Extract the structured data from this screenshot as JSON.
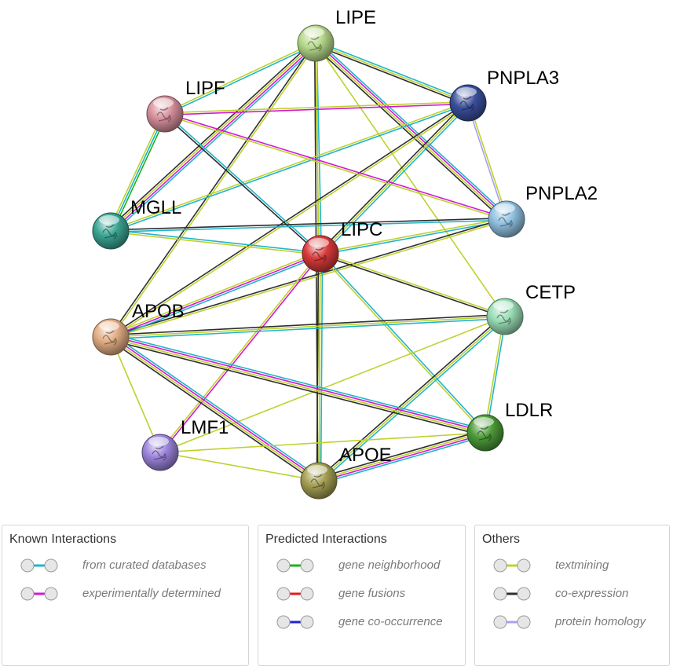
{
  "nodes": [
    {
      "id": "LIPE",
      "label": "LIPE",
      "color": "#b5d88a"
    },
    {
      "id": "PNPLA3",
      "label": "PNPLA3",
      "color": "#3b4f9b"
    },
    {
      "id": "LIPF",
      "label": "LIPF",
      "color": "#d6909c"
    },
    {
      "id": "PNPLA2",
      "label": "PNPLA2",
      "color": "#8fc0e0"
    },
    {
      "id": "MGLL",
      "label": "MGLL",
      "color": "#3aa593"
    },
    {
      "id": "LIPC",
      "label": "LIPC",
      "color": "#d83a3a"
    },
    {
      "id": "CETP",
      "label": "CETP",
      "color": "#98dcb4"
    },
    {
      "id": "APOB",
      "label": "APOB",
      "color": "#e1ad84"
    },
    {
      "id": "LDLR",
      "label": "LDLR",
      "color": "#4c9b38"
    },
    {
      "id": "LMF1",
      "label": "LMF1",
      "color": "#9b85dc"
    },
    {
      "id": "APOE",
      "label": "APOE",
      "color": "#a49f52"
    }
  ],
  "edges": [
    {
      "from": "LIPE",
      "to": "PNPLA3",
      "types": [
        "curated",
        "textmining",
        "coexpression"
      ]
    },
    {
      "from": "LIPE",
      "to": "LIPF",
      "types": [
        "curated",
        "textmining"
      ]
    },
    {
      "from": "LIPE",
      "to": "PNPLA2",
      "types": [
        "curated",
        "experimental",
        "textmining",
        "coexpression"
      ]
    },
    {
      "from": "LIPE",
      "to": "MGLL",
      "types": [
        "curated",
        "experimental",
        "textmining",
        "coexpression"
      ]
    },
    {
      "from": "LIPE",
      "to": "LIPC",
      "types": [
        "curated",
        "textmining"
      ]
    },
    {
      "from": "LIPE",
      "to": "CETP",
      "types": [
        "textmining"
      ]
    },
    {
      "from": "LIPE",
      "to": "APOB",
      "types": [
        "textmining",
        "coexpression"
      ]
    },
    {
      "from": "LIPE",
      "to": "APOE",
      "types": [
        "textmining",
        "coexpression"
      ]
    },
    {
      "from": "PNPLA3",
      "to": "LIPF",
      "types": [
        "experimental",
        "textmining"
      ]
    },
    {
      "from": "PNPLA3",
      "to": "PNPLA2",
      "types": [
        "textmining",
        "homology"
      ]
    },
    {
      "from": "PNPLA3",
      "to": "MGLL",
      "types": [
        "curated",
        "textmining"
      ]
    },
    {
      "from": "PNPLA3",
      "to": "LIPC",
      "types": [
        "curated",
        "textmining",
        "coexpression"
      ]
    },
    {
      "from": "PNPLA3",
      "to": "APOB",
      "types": [
        "textmining",
        "coexpression"
      ]
    },
    {
      "from": "LIPF",
      "to": "PNPLA2",
      "types": [
        "experimental",
        "textmining"
      ]
    },
    {
      "from": "LIPF",
      "to": "MGLL",
      "types": [
        "neighborhood",
        "curated",
        "textmining"
      ]
    },
    {
      "from": "LIPF",
      "to": "LIPC",
      "types": [
        "curated",
        "coexpression"
      ]
    },
    {
      "from": "PNPLA2",
      "to": "MGLL",
      "types": [
        "curated",
        "coexpression"
      ]
    },
    {
      "from": "PNPLA2",
      "to": "LIPC",
      "types": [
        "curated",
        "textmining"
      ]
    },
    {
      "from": "PNPLA2",
      "to": "APOB",
      "types": [
        "textmining",
        "coexpression"
      ]
    },
    {
      "from": "MGLL",
      "to": "LIPC",
      "types": [
        "curated",
        "textmining"
      ]
    },
    {
      "from": "LIPC",
      "to": "CETP",
      "types": [
        "textmining",
        "coexpression"
      ]
    },
    {
      "from": "LIPC",
      "to": "APOB",
      "types": [
        "curated",
        "experimental",
        "textmining"
      ]
    },
    {
      "from": "LIPC",
      "to": "LDLR",
      "types": [
        "curated",
        "textmining"
      ]
    },
    {
      "from": "LIPC",
      "to": "LMF1",
      "types": [
        "experimental",
        "textmining"
      ]
    },
    {
      "from": "LIPC",
      "to": "APOE",
      "types": [
        "curated",
        "textmining",
        "coexpression"
      ]
    },
    {
      "from": "CETP",
      "to": "APOB",
      "types": [
        "curated",
        "textmining",
        "coexpression"
      ]
    },
    {
      "from": "CETP",
      "to": "LDLR",
      "types": [
        "curated",
        "textmining"
      ]
    },
    {
      "from": "CETP",
      "to": "APOE",
      "types": [
        "curated",
        "textmining",
        "coexpression"
      ]
    },
    {
      "from": "CETP",
      "to": "LMF1",
      "types": [
        "textmining"
      ]
    },
    {
      "from": "APOB",
      "to": "LDLR",
      "types": [
        "curated",
        "experimental",
        "textmining",
        "coexpression"
      ]
    },
    {
      "from": "APOB",
      "to": "APOE",
      "types": [
        "curated",
        "experimental",
        "textmining",
        "coexpression"
      ]
    },
    {
      "from": "APOB",
      "to": "LMF1",
      "types": [
        "textmining"
      ]
    },
    {
      "from": "LDLR",
      "to": "APOE",
      "types": [
        "curated",
        "experimental",
        "textmining",
        "coexpression"
      ]
    },
    {
      "from": "LDLR",
      "to": "LMF1",
      "types": [
        "textmining"
      ]
    },
    {
      "from": "LMF1",
      "to": "APOE",
      "types": [
        "textmining"
      ]
    }
  ],
  "edge_colors": {
    "curated": "#21b5c9",
    "experimental": "#d11ad1",
    "neighborhood": "#1bb31b",
    "fusion": "#e31919",
    "cooccurrence": "#1f1fd6",
    "textmining": "#bfd12e",
    "coexpression": "#2e2e2e",
    "homology": "#a3a3f0"
  },
  "legend": [
    {
      "title": "Known Interactions",
      "items": [
        {
          "label": "from curated databases",
          "color": "#21b5c9"
        },
        {
          "label": "experimentally determined",
          "color": "#d11ad1"
        }
      ]
    },
    {
      "title": "Predicted Interactions",
      "items": [
        {
          "label": "gene neighborhood",
          "color": "#1bb31b"
        },
        {
          "label": "gene fusions",
          "color": "#e31919"
        },
        {
          "label": "gene co-occurrence",
          "color": "#1f1fd6"
        }
      ]
    },
    {
      "title": "Others",
      "items": [
        {
          "label": "textmining",
          "color": "#bfd12e"
        },
        {
          "label": "co-expression",
          "color": "#2e2e2e"
        },
        {
          "label": "protein homology",
          "color": "#a3a3f0"
        }
      ]
    }
  ]
}
